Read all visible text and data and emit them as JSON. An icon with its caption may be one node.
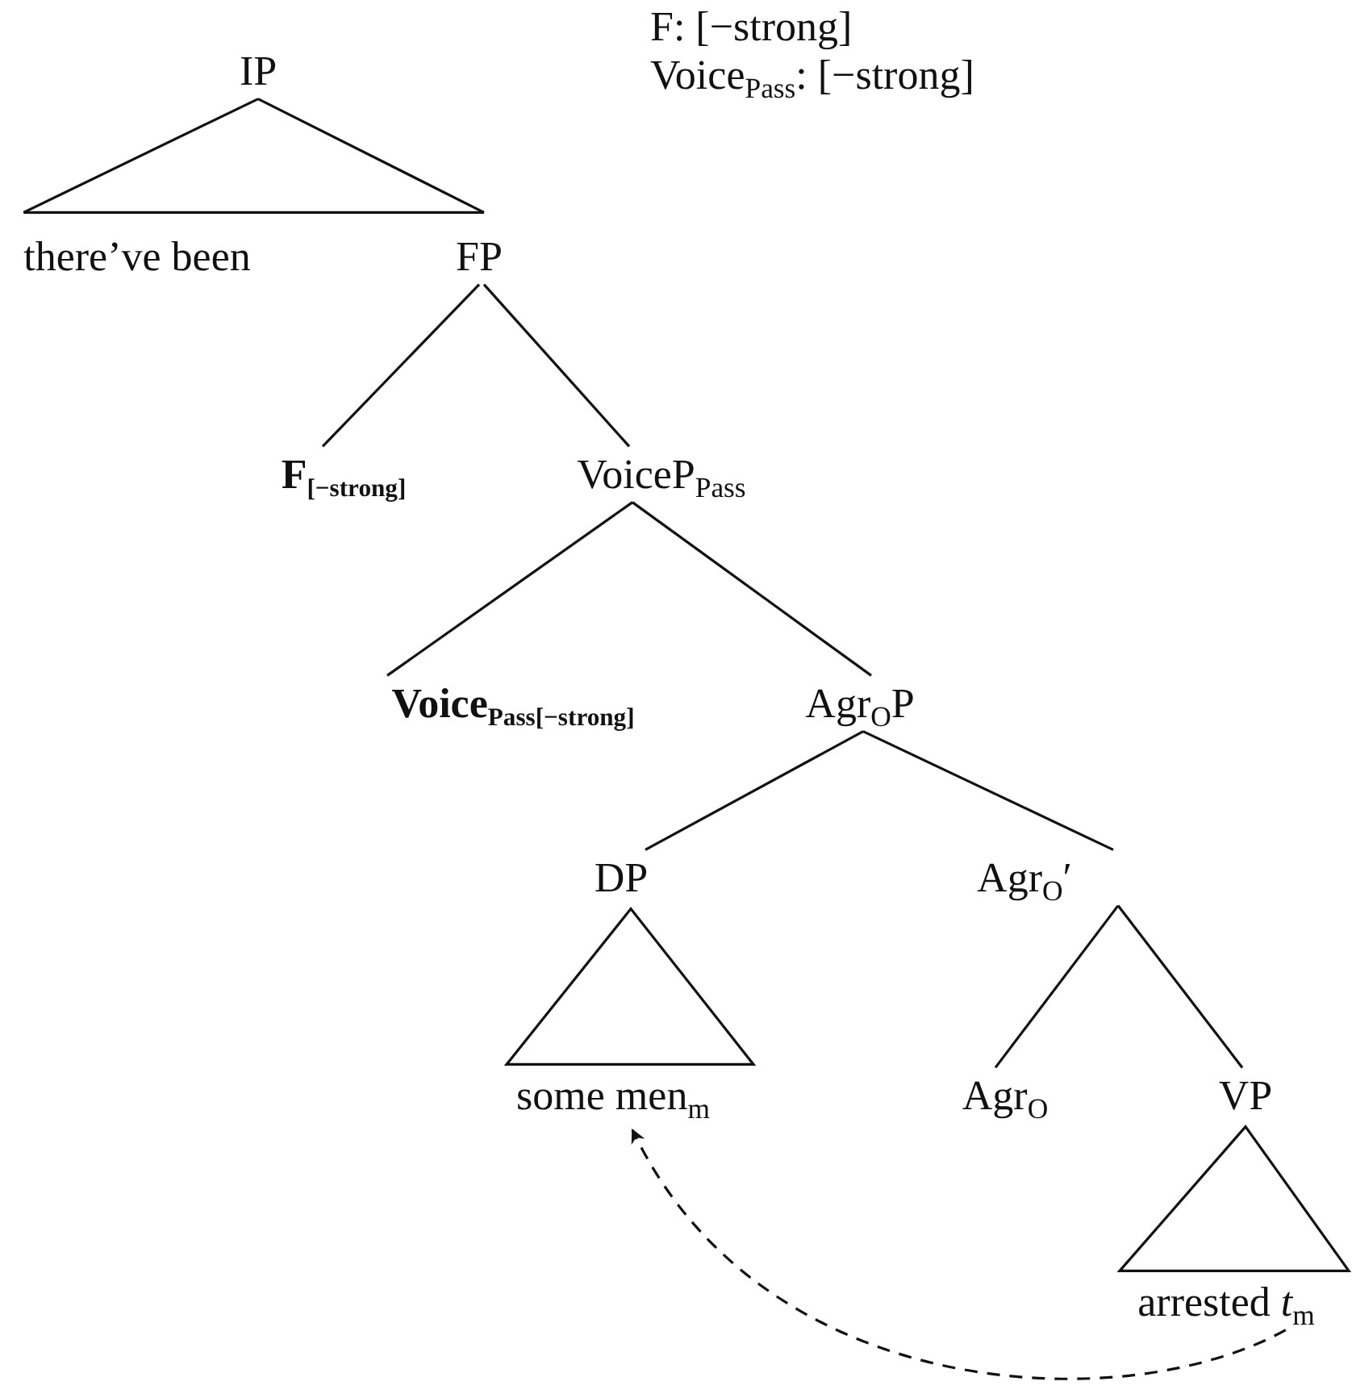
{
  "diagram": {
    "nodes": [
      {
        "text": [
          "IP"
        ]
      },
      {
        "text": [
          "there’ve been"
        ]
      },
      {
        "text": [
          "FP"
        ]
      },
      {
        "text": [
          "F$_{[−strong]}$"
        ]
      },
      {
        "text": [
          "VoiceP$_{Pass}$"
        ]
      },
      {
        "text": [
          "Voice$_{Pass[−strong]}$"
        ]
      },
      {
        "text": [
          "Agr$_{O}$P"
        ]
      },
      {
        "text": [
          "DP"
        ]
      },
      {
        "text": [
          "Agr$_{O}$′"
        ]
      },
      {
        "text": [
          "some men$_{m}$"
        ]
      },
      {
        "text": [
          "Agr$_{O}$"
        ]
      },
      {
        "text": [
          "VP"
        ]
      },
      {
        "text": [
          "arrested *t*$_{m}$"
        ]
      }
    ],
    "edges": [
      {
        "from": 0,
        "to": 1,
        "arrow": "none"
      },
      {
        "from": 0,
        "to": 2,
        "arrow": "none"
      },
      {
        "from": 2,
        "to": 3,
        "arrow": "none"
      },
      {
        "from": 2,
        "to": 4,
        "arrow": "none"
      },
      {
        "from": 4,
        "to": 5,
        "arrow": "none"
      },
      {
        "from": 4,
        "to": 6,
        "arrow": "none"
      },
      {
        "from": 6,
        "to": 7,
        "arrow": "none"
      },
      {
        "from": 6,
        "to": 8,
        "arrow": "none"
      },
      {
        "from": 7,
        "to": 9,
        "arrow": "none"
      },
      {
        "from": 8,
        "to": 10,
        "arrow": "none"
      },
      {
        "from": 8,
        "to": 11,
        "arrow": "none"
      },
      {
        "from": 11,
        "to": 12,
        "arrow": "none"
      },
      {
        "from": 12,
        "to": 9,
        "arrow": "to",
        "style": "dashed"
      }
    ],
    "labels": [
      "F: [−strong]",
      "Voice$_{Pass}$: [−strong]"
    ]
  }
}
